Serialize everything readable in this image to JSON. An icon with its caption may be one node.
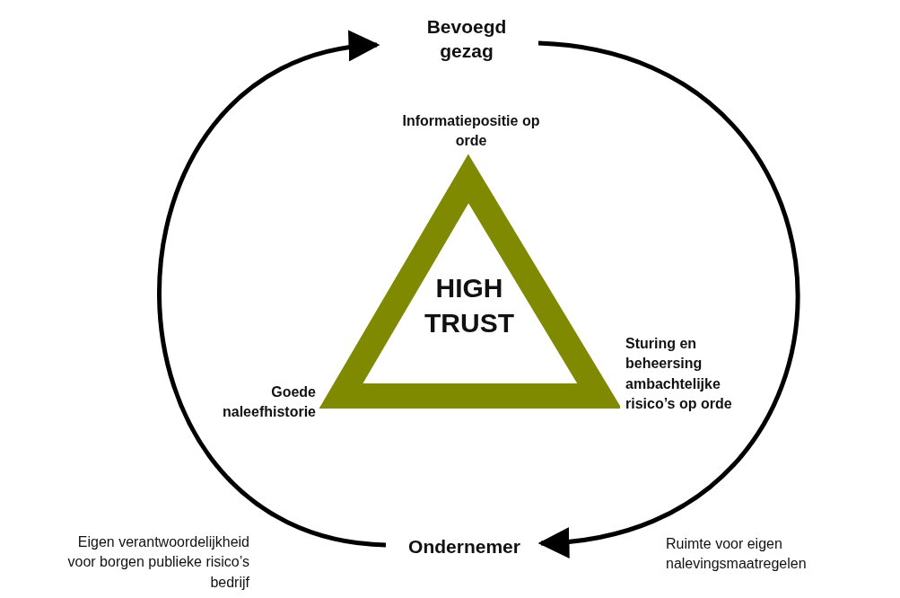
{
  "diagram": {
    "nodes": [
      {
        "text": [
          "Bevoegd gezag"
        ]
      },
      {
        "text": [
          "Ondernemer"
        ]
      },
      {
        "text": [
          "HIGH TRUST"
        ],
        "beside": [
          "Informatiepositie op orde",
          "Goede naleefhistorie",
          "Sturing en beheersing ambachtelijke risico’s op orde"
        ]
      }
    ],
    "edges": [
      {
        "from": 0,
        "to": 1,
        "arrow": "to",
        "label": "Ruimte voor eigen nalevingsmaatregelen"
      },
      {
        "from": 1,
        "to": 0,
        "arrow": "to",
        "label": "Eigen verantwoordelijkheid voor borgen publieke risico’s bedrijf"
      }
    ]
  }
}
